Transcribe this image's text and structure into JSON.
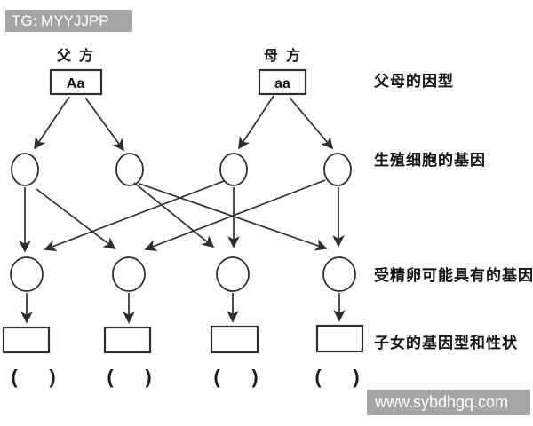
{
  "watermarks": {
    "top_left": "TG: MYYJJPP",
    "bottom_right": "www.sybdhgq.com"
  },
  "colors": {
    "background": "#ffffff",
    "diagram_line": "#2e2e2e",
    "watermark_bg": "#a5a5a5",
    "watermark_text": "#ffffff"
  },
  "diagram": {
    "father": {
      "title": "父方",
      "genotype": "Aa"
    },
    "mother": {
      "title": "母方",
      "genotype": "aa"
    },
    "stage_labels": [
      "父母的因型",
      "生殖细胞的基因",
      "受精卵可能具有的基因",
      "子女的基因型和性状"
    ],
    "paren_open": "(",
    "paren_close": ")"
  }
}
